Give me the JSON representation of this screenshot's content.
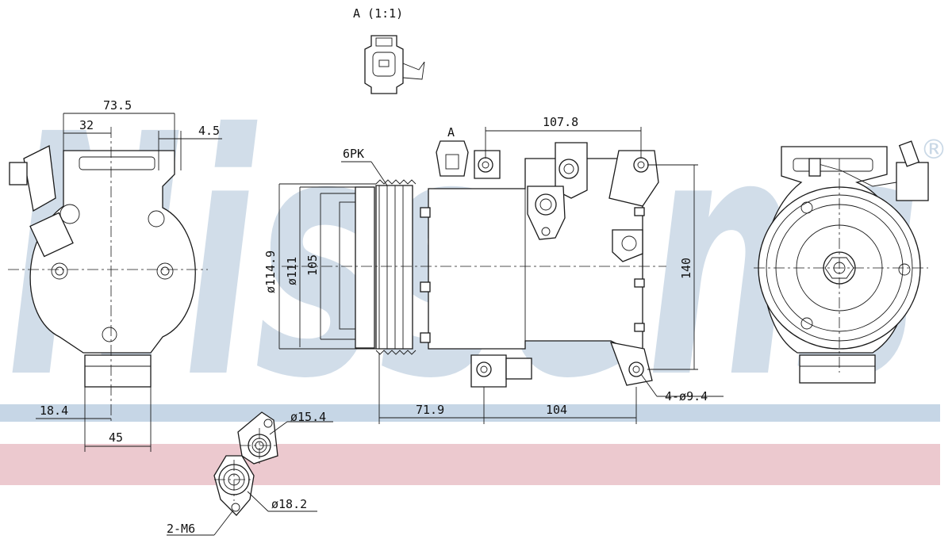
{
  "watermark": {
    "text": "Nissens",
    "registered": "®"
  },
  "bands": {
    "blue": "#c6d6e6",
    "pink": "#ecc9cf",
    "watermark_color": "#c9d8e6"
  },
  "detail": {
    "label": "A (1:1)"
  },
  "callouts": {
    "view_marker": "A",
    "belt": "6PK",
    "mount_holes": "4-ø9.4",
    "port_small": "ø15.4",
    "port_large": "ø18.2",
    "threads": "2-M6"
  },
  "dimensions": {
    "left_view": {
      "width_total": "73.5",
      "offset_top": "32",
      "tab": "4.5",
      "offset_bottom": "18.4",
      "base_width": "45"
    },
    "side_view": {
      "pulley_dia": "ø114.9",
      "clutch_dia": "ø111",
      "inner": "105",
      "height": "140",
      "body_len": "107.8",
      "pulley_to_mount": "71.9",
      "mount_spacing": "104"
    }
  }
}
